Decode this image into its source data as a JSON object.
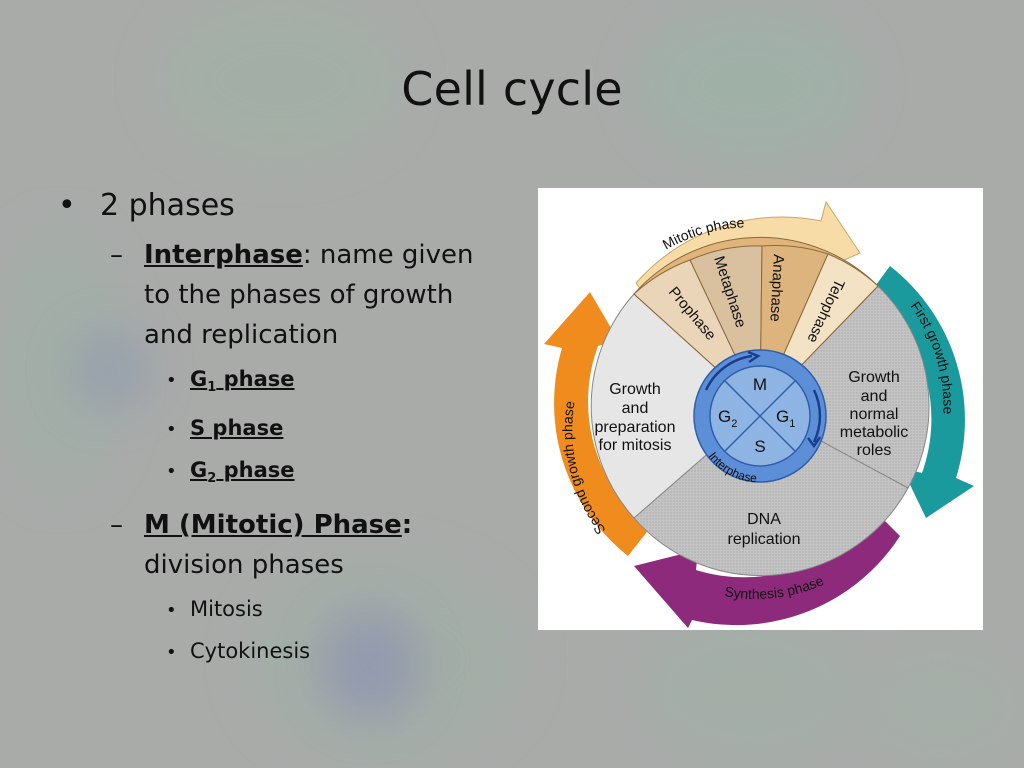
{
  "slide": {
    "title": "Cell cycle"
  },
  "bullets": {
    "main": "2 phases",
    "interphase": {
      "term": "Interphase",
      "colon": ":",
      "desc": " name given to the phases of growth and replication",
      "subitems": [
        {
          "prefix": "G",
          "sub": "1",
          "suffix": " phase"
        },
        {
          "prefix": "S phase",
          "sub": "",
          "suffix": ""
        },
        {
          "prefix": "G",
          "sub": "2",
          "suffix": " phase"
        }
      ]
    },
    "mitotic": {
      "term": "M (Mitotic) Phase",
      "colon": ":",
      "desc": "division phases",
      "subitems": [
        "Mitosis",
        "Cytokinesis"
      ]
    }
  },
  "diagram": {
    "arc_labels": {
      "mitotic": "Mitotic phase",
      "first": "First growth phase",
      "synthesis": "Synthesis phase",
      "second": "Second growth phase"
    },
    "mitosis_stages": [
      "Prophase",
      "Metaphase",
      "Anaphase",
      "Telophase"
    ],
    "sectors": {
      "g1": [
        "Growth",
        "and",
        "normal",
        "metabolic",
        "roles"
      ],
      "s": [
        "DNA",
        "replication"
      ],
      "g2": [
        "Growth",
        "and",
        "preparation",
        "for mitosis"
      ]
    },
    "center": {
      "m": "M",
      "g1_base": "G",
      "g1_sub": "1",
      "s": "S",
      "g2_base": "G",
      "g2_sub": "2",
      "ring_label": "Interphase"
    },
    "colors": {
      "mitotic_arrow": "#f7dca8",
      "first_arrow": "#1a9a9c",
      "synthesis_arrow": "#8e2a7c",
      "second_arrow": "#f08c1e",
      "center_blue": "#8db4e2",
      "center_dark": "#3a6fc2"
    }
  }
}
